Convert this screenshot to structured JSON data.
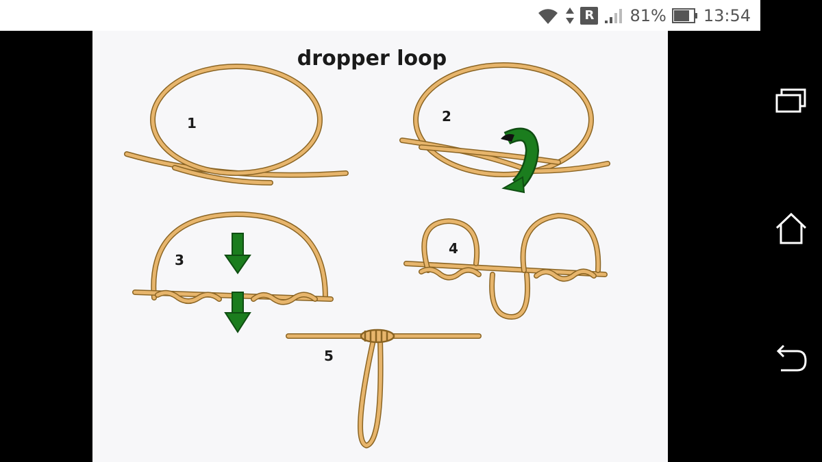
{
  "status_bar": {
    "battery_percent": "81%",
    "time": "13:54",
    "network_badge": "R",
    "icons": [
      "wifi-icon",
      "data-arrows-icon",
      "signal-icon",
      "battery-icon"
    ]
  },
  "diagram": {
    "title": "dropper loop",
    "steps": [
      {
        "number": "1"
      },
      {
        "number": "2"
      },
      {
        "number": "3"
      },
      {
        "number": "4"
      },
      {
        "number": "5"
      }
    ],
    "colors": {
      "rope_outline": "#8a6423",
      "rope_fill": "#e7b56c",
      "arrow_green": "#1b7d1e",
      "background": "#f7f7f9"
    }
  },
  "nav_bar": {
    "buttons": [
      "recent-apps-icon",
      "home-icon",
      "back-icon"
    ]
  }
}
